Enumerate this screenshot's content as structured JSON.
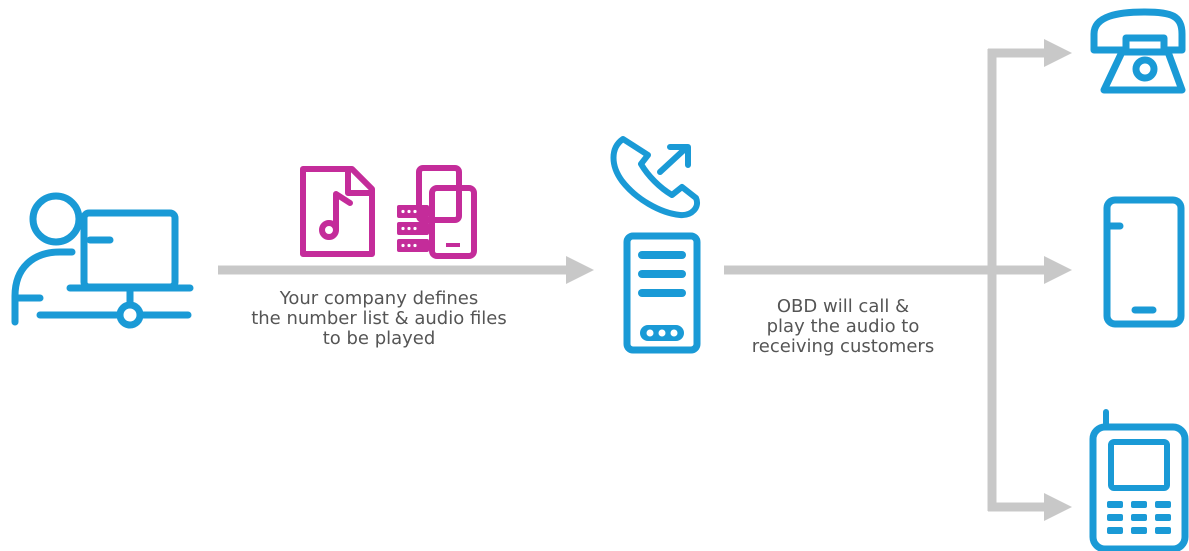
{
  "colors": {
    "blue": "#1a9ad6",
    "magenta": "#c42c9a",
    "arrow": "#c8c8c8",
    "text": "#555555"
  },
  "icons": {
    "user": "user-computer-icon",
    "audio_file": "audio-file-icon",
    "number_list": "server-devices-icon",
    "outgoing_call": "outgoing-call-icon",
    "server": "server-icon",
    "landline": "landline-phone-icon",
    "smartphone": "smartphone-icon",
    "feature_phone": "feature-phone-icon"
  },
  "captions": {
    "company": {
      "line1": "Your company defines",
      "line2": "the number list & audio files",
      "line3": "to be played"
    },
    "obd": {
      "line1": "OBD will call &",
      "line2": "play the audio to",
      "line3": "receiving customers"
    }
  }
}
